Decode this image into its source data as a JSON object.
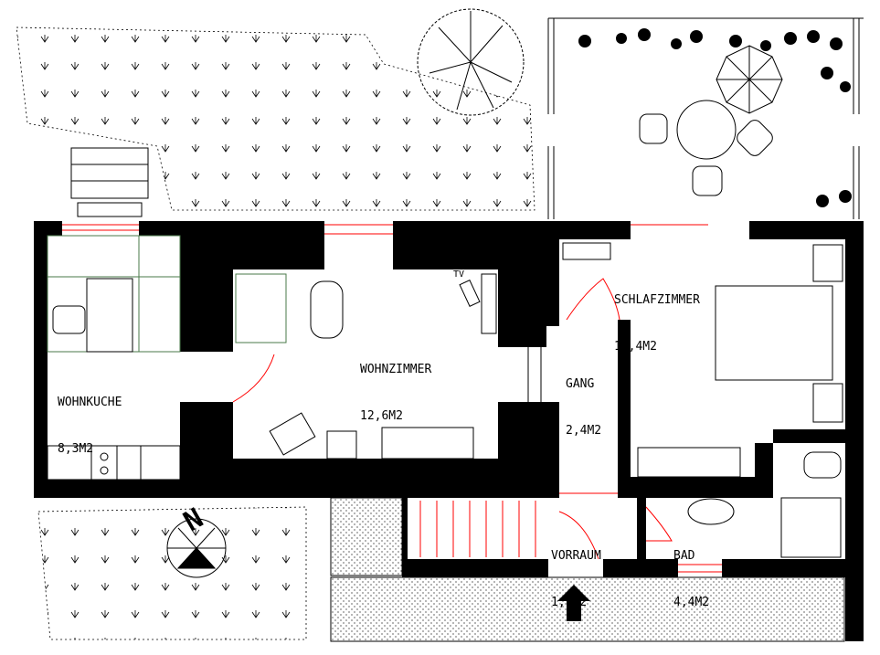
{
  "rooms": [
    {
      "name": "WOHNKUCHE",
      "area": "8,3M2"
    },
    {
      "name": "WOHNZIMMER",
      "area": "12,6M2"
    },
    {
      "name": "SCHLAFZIMMER",
      "area": "13,4M2"
    },
    {
      "name": "GANG",
      "area": "2,4M2"
    },
    {
      "name": "VORRAUM",
      "area": "1,9M2"
    },
    {
      "name": "BAD",
      "area": "4,4M2"
    }
  ],
  "tv_label": "TV",
  "compass": {
    "label": "N"
  },
  "colors": {
    "wall": "#000000",
    "window_door": "#ff0000",
    "furniture_green": "#4a7a4a"
  }
}
